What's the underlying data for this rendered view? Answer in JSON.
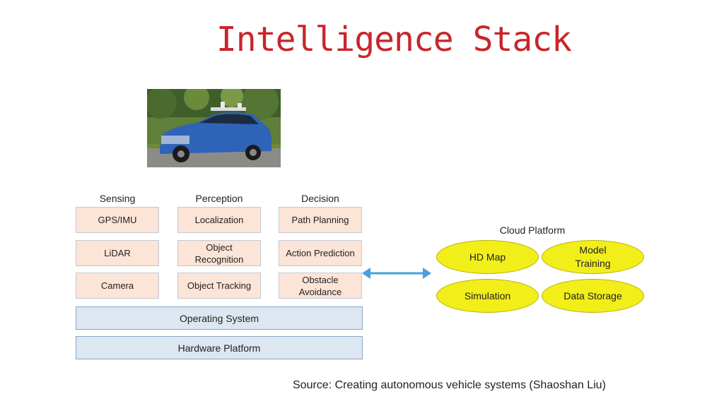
{
  "title": "Intelligence Stack",
  "columns": {
    "sensing": {
      "heading": "Sensing",
      "items": [
        "GPS/IMU",
        "LiDAR",
        "Camera"
      ]
    },
    "perception": {
      "heading": "Perception",
      "items": [
        "Localization",
        "Object\nRecognition",
        "Object Tracking"
      ]
    },
    "decision": {
      "heading": "Decision",
      "items": [
        "Path Planning",
        "Action Prediction",
        "Obstacle\nAvoidance"
      ]
    }
  },
  "layers": {
    "os": "Operating System",
    "hardware": "Hardware Platform"
  },
  "cloud": {
    "label": "Cloud Platform",
    "items": [
      "HD Map",
      "Model\nTraining",
      "Simulation",
      "Data Storage"
    ]
  },
  "source": "Source: Creating autonomous vehicle systems (Shaoshan Liu)",
  "colors": {
    "title": "#c9252b",
    "pink_box": "#fce4d6",
    "blue_box": "#dde7f1",
    "cloud_ellipse": "#f2ee1a",
    "arrow": "#4a9fdc"
  }
}
